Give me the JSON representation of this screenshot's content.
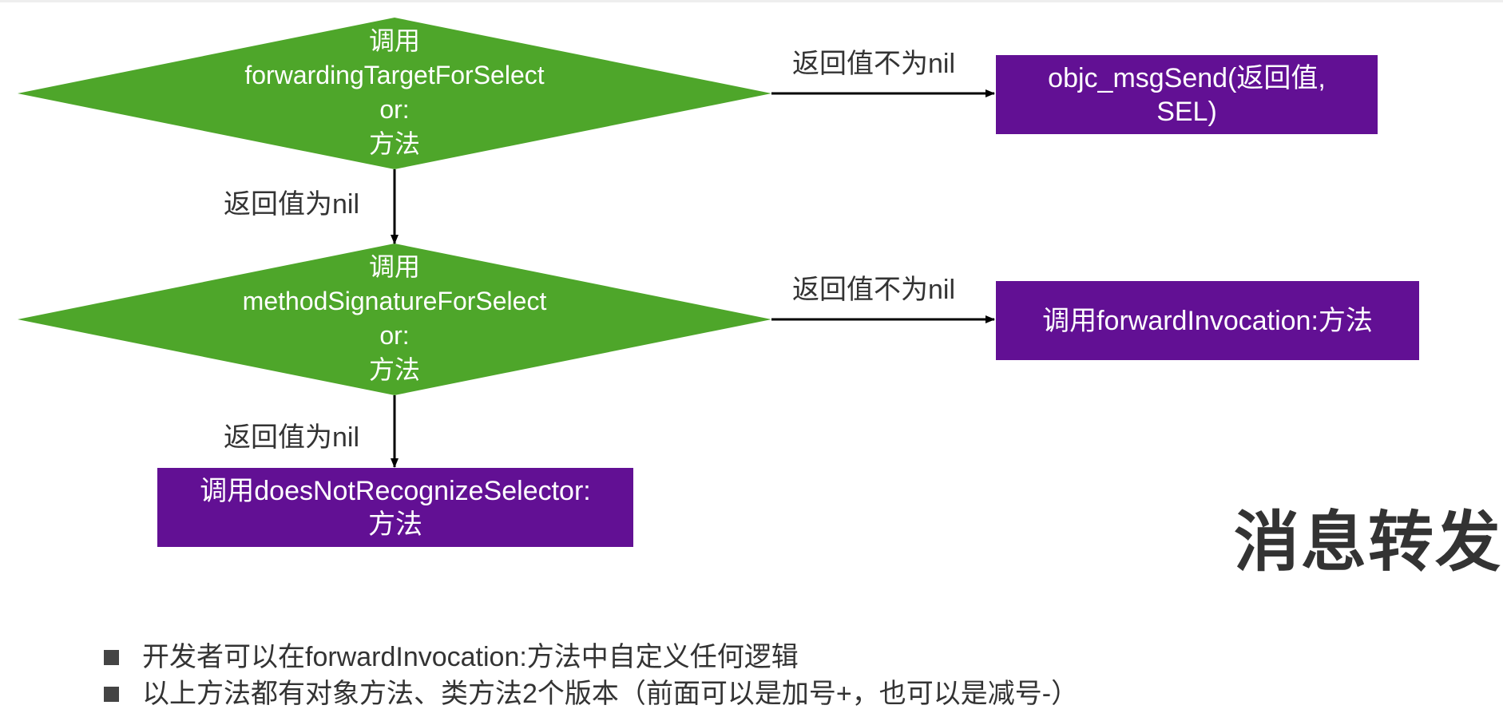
{
  "diagram": {
    "nodes": [
      {
        "id": "forwarding-target",
        "shape": "diamond",
        "lines": [
          "调用",
          "forwardingTargetForSelect",
          "or:",
          "方法"
        ]
      },
      {
        "id": "objc-msgsend",
        "shape": "box",
        "lines": [
          "objc_msgSend(返回值,",
          "SEL)"
        ]
      },
      {
        "id": "method-signature",
        "shape": "diamond",
        "lines": [
          "调用",
          "methodSignatureForSelect",
          "or:",
          "方法"
        ]
      },
      {
        "id": "forward-invocation",
        "shape": "box",
        "lines": [
          "调用forwardInvocation:方法"
        ]
      },
      {
        "id": "does-not-recognize",
        "shape": "box",
        "lines": [
          "调用doesNotRecognizeSelector:",
          "方法"
        ]
      }
    ],
    "edges": [
      {
        "from": "forwarding-target",
        "to": "objc-msgsend",
        "label": "返回值不为nil"
      },
      {
        "from": "forwarding-target",
        "to": "method-signature",
        "label": "返回值为nil"
      },
      {
        "from": "method-signature",
        "to": "forward-invocation",
        "label": "返回值不为nil"
      },
      {
        "from": "method-signature",
        "to": "does-not-recognize",
        "label": "返回值为nil"
      }
    ]
  },
  "title": "消息转发",
  "bullets": [
    "开发者可以在forwardInvocation:方法中自定义任何逻辑",
    "以上方法都有对象方法、类方法2个版本（前面可以是加号+，也可以是减号-）"
  ],
  "colors": {
    "diamond": "#4ea62a",
    "box": "#621094",
    "text": "#333333"
  }
}
